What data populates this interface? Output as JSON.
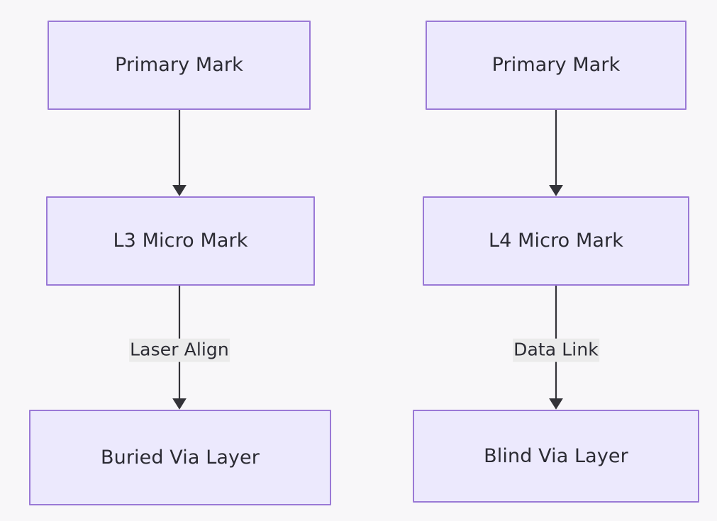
{
  "diagram": {
    "type": "flowchart",
    "direction": "top-down",
    "background_color": "#f8f7f9",
    "node_fill_color": "#ece9fd",
    "node_border_color": "#9a79d6",
    "node_text_color": "#2b2b33",
    "edge_color": "#333338",
    "edge_label_background": "#ebebeb",
    "columns": [
      {
        "id": "left-column",
        "nodes": [
          {
            "id": "primary-mark-left",
            "label": "Primary Mark"
          },
          {
            "id": "l3-micro-mark",
            "label": "L3 Micro Mark"
          },
          {
            "id": "buried-via-layer",
            "label": "Buried Via Layer"
          }
        ],
        "edges": [
          {
            "id": "edge-pm-l3",
            "from": "primary-mark-left",
            "to": "l3-micro-mark",
            "label": ""
          },
          {
            "id": "edge-l3-buried",
            "from": "l3-micro-mark",
            "to": "buried-via-layer",
            "label": "Laser Align"
          }
        ]
      },
      {
        "id": "right-column",
        "nodes": [
          {
            "id": "primary-mark-right",
            "label": "Primary Mark"
          },
          {
            "id": "l4-micro-mark",
            "label": "L4 Micro Mark"
          },
          {
            "id": "blind-via-layer",
            "label": "Blind Via Layer"
          }
        ],
        "edges": [
          {
            "id": "edge-pm-l4",
            "from": "primary-mark-right",
            "to": "l4-micro-mark",
            "label": ""
          },
          {
            "id": "edge-l4-blind",
            "from": "l4-micro-mark",
            "to": "blind-via-layer",
            "label": "Data Link"
          }
        ]
      }
    ]
  }
}
